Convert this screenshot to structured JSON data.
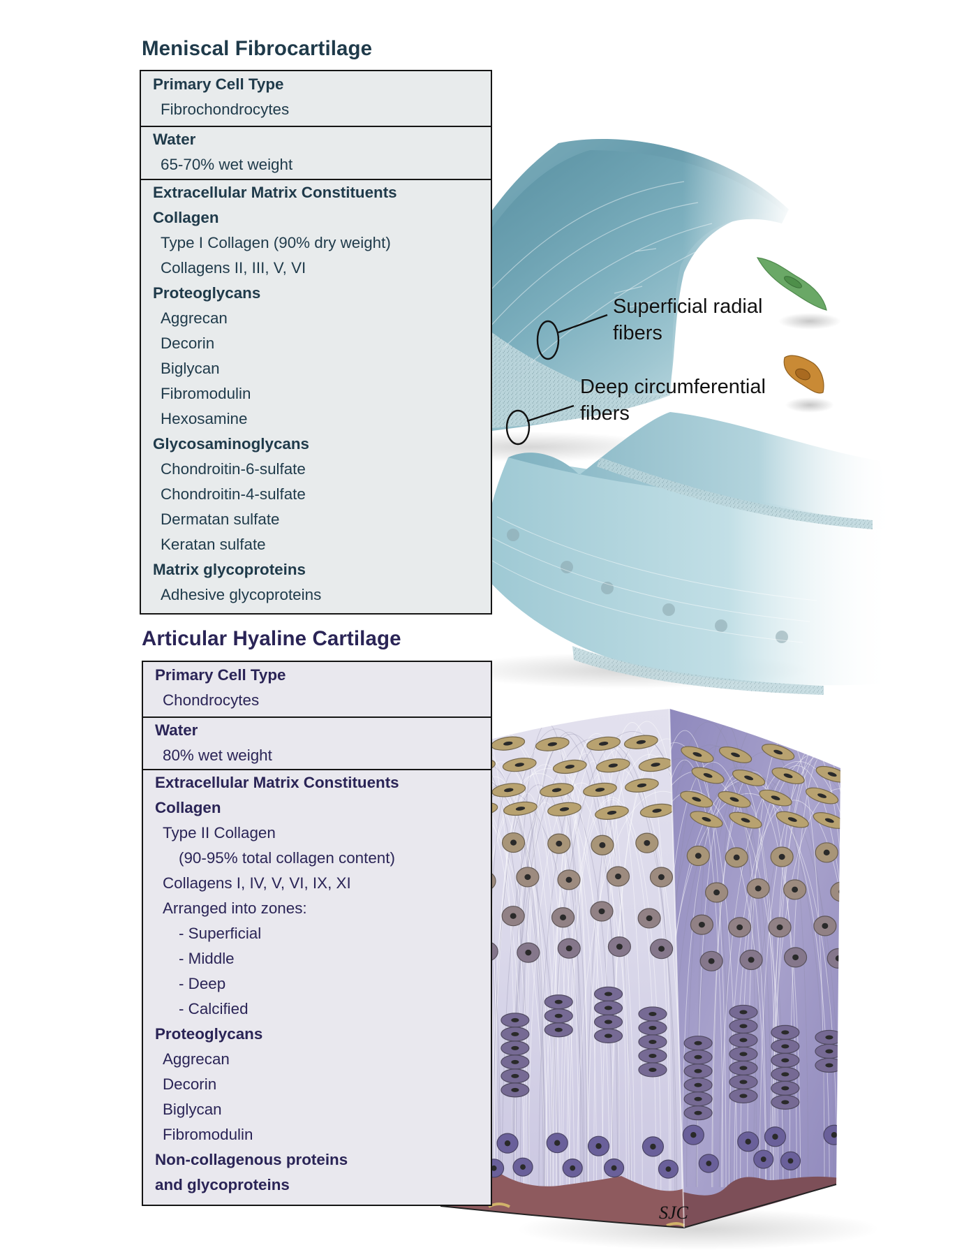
{
  "meniscal": {
    "title": "Meniscal Fibrocartilage",
    "accent_color": "#1f3a4a",
    "cell_type": {
      "heading": "Primary Cell Type",
      "value": "Fibrochondrocytes"
    },
    "water": {
      "heading": "Water",
      "value": "65-70% wet weight"
    },
    "ecm": {
      "heading": "Extracellular Matrix Constituents",
      "collagen": {
        "heading": "Collagen",
        "items": [
          "Type I Collagen (90% dry weight)",
          "Collagens II, III, V, VI"
        ]
      },
      "proteoglycans": {
        "heading": "Proteoglycans",
        "items": [
          "Aggrecan",
          "Decorin",
          "Biglycan",
          "Fibromodulin",
          "Hexosamine"
        ]
      },
      "glycosaminoglycans": {
        "heading": "Glycosaminoglycans",
        "items": [
          "Chondroitin-6-sulfate",
          "Chondroitin-4-sulfate",
          "Dermatan sulfate",
          "Keratan sulfate"
        ]
      },
      "glycoproteins": {
        "heading": "Matrix glycoproteins",
        "items": [
          "Adhesive glycoproteins"
        ]
      }
    },
    "illustration": {
      "label_superficial": [
        "Superficial radial",
        "fibers"
      ],
      "label_deep": [
        "Deep circumferential",
        "fibers"
      ],
      "fibroblast_cell_color": "#6aa866",
      "chondrocyte_cell_color": "#c98a35",
      "tissue_color": "#7fb3c2"
    }
  },
  "hyaline": {
    "title": "Articular Hyaline Cartilage",
    "accent_color": "#2a2456",
    "cell_type": {
      "heading": "Primary Cell Type",
      "value": "Chondrocytes"
    },
    "water": {
      "heading": "Water",
      "value": "80% wet weight"
    },
    "ecm": {
      "heading": "Extracellular Matrix Constituents",
      "collagen": {
        "heading": "Collagen",
        "type2": "Type II Collagen",
        "type2_note": "(90-95% total collagen content)",
        "others": "Collagens I, IV, V, VI, IX, XI",
        "zones_label": "Arranged into zones:",
        "zones": [
          "- Superficial",
          "- Middle",
          "- Deep",
          "- Calcified"
        ]
      },
      "proteoglycans": {
        "heading": "Proteoglycans",
        "items": [
          "Aggrecan",
          "Decorin",
          "Biglycan",
          "Fibromodulin"
        ]
      },
      "noncollagenous": {
        "heading_lines": [
          "Non-collagenous proteins",
          "and glycoproteins"
        ]
      }
    },
    "illustration": {
      "signature": "SJC",
      "superficial_cell_color": "#b8a270",
      "deep_cell_color": "#6a609a",
      "matrix_color": "#d4d2e4",
      "bone_color": "#8e5a5e"
    }
  }
}
